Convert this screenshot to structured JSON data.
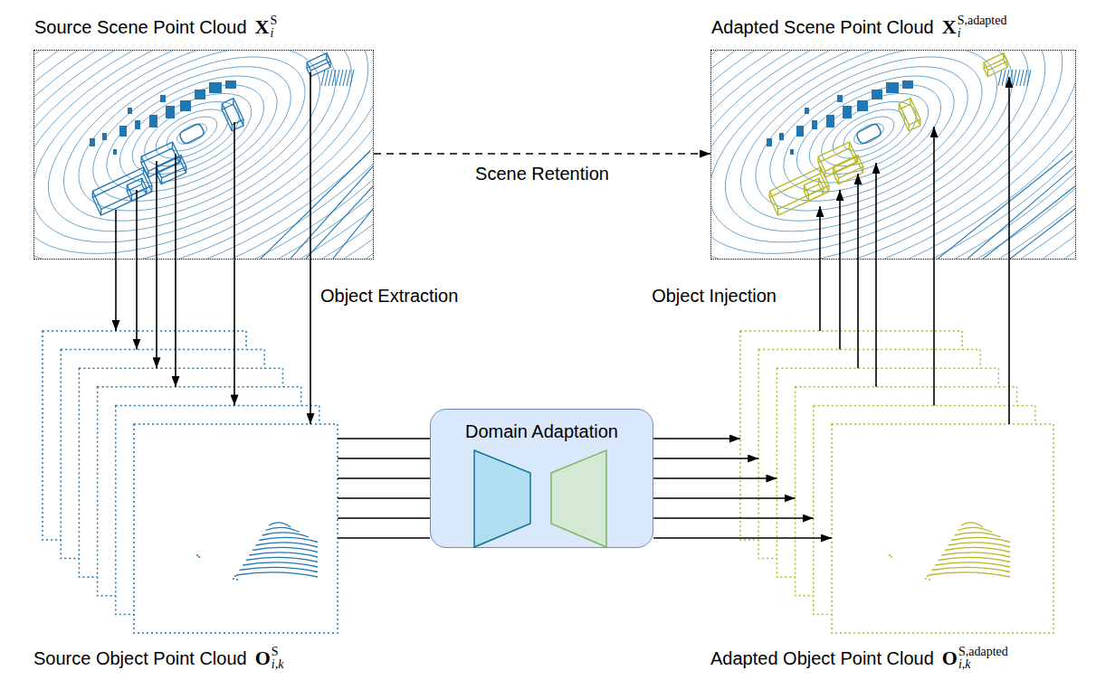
{
  "diagram": {
    "nodes": [
      {
        "text": [
          "Source Scene Point Cloud",
          "X",
          "i",
          "S"
        ]
      },
      {
        "text": [
          "Adapted Scene Point Cloud",
          "X",
          "i",
          "S,adapted"
        ]
      },
      {
        "text": [
          "Source Object Point Cloud",
          "O",
          "i,k",
          "S"
        ]
      },
      {
        "text": [
          "Domain Adaptation"
        ]
      },
      {
        "text": [
          "Adapted Object Point Cloud",
          "O",
          "i,k",
          "S,adapted"
        ]
      }
    ],
    "edges": [
      {
        "from": 0,
        "to": 1,
        "arrow": "to",
        "label": "Scene Retention"
      },
      {
        "from": 0,
        "to": 2,
        "arrow": "to"
      },
      {
        "from": 0,
        "to": 2,
        "arrow": "to"
      },
      {
        "from": 0,
        "to": 2,
        "arrow": "to"
      },
      {
        "from": 0,
        "to": 2,
        "arrow": "to"
      },
      {
        "from": 0,
        "to": 2,
        "arrow": "to"
      },
      {
        "from": 0,
        "to": 2,
        "arrow": "to",
        "label": "Object Extraction"
      },
      {
        "from": 2,
        "to": 3,
        "arrow": "none"
      },
      {
        "from": 2,
        "to": 3,
        "arrow": "none"
      },
      {
        "from": 2,
        "to": 3,
        "arrow": "none"
      },
      {
        "from": 2,
        "to": 3,
        "arrow": "none"
      },
      {
        "from": 2,
        "to": 3,
        "arrow": "none"
      },
      {
        "from": 2,
        "to": 3,
        "arrow": "none"
      },
      {
        "from": 3,
        "to": 4,
        "arrow": "to"
      },
      {
        "from": 3,
        "to": 4,
        "arrow": "to"
      },
      {
        "from": 3,
        "to": 4,
        "arrow": "to"
      },
      {
        "from": 3,
        "to": 4,
        "arrow": "to"
      },
      {
        "from": 3,
        "to": 4,
        "arrow": "to"
      },
      {
        "from": 3,
        "to": 4,
        "arrow": "to"
      },
      {
        "from": 4,
        "to": 1,
        "arrow": "to",
        "label": "Object Injection"
      },
      {
        "from": 4,
        "to": 1,
        "arrow": "to"
      },
      {
        "from": 4,
        "to": 1,
        "arrow": "to"
      },
      {
        "from": 4,
        "to": 1,
        "arrow": "to"
      },
      {
        "from": 4,
        "to": 1,
        "arrow": "to"
      },
      {
        "from": 4,
        "to": 1,
        "arrow": "to"
      }
    ]
  }
}
